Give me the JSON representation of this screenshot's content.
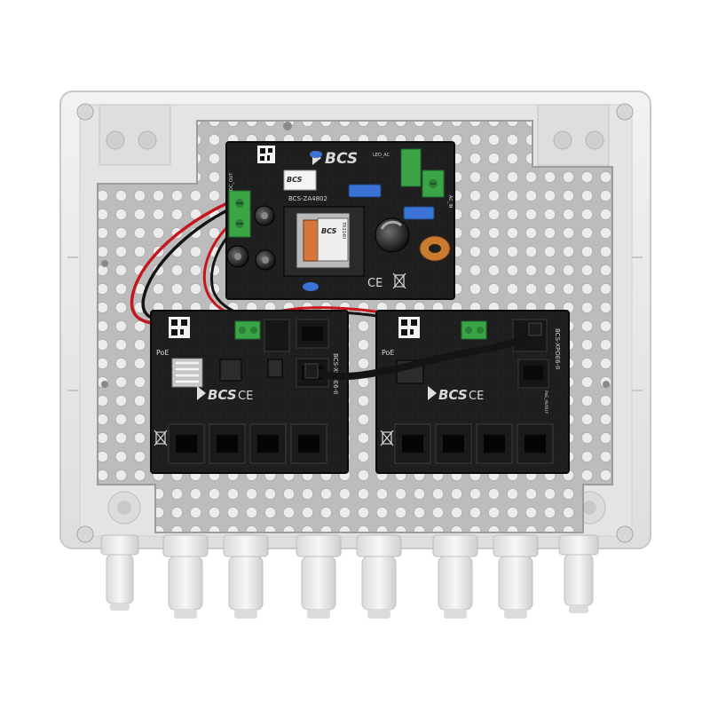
{
  "psu": {
    "brand": "BCS",
    "model": "BCS-ZA4802",
    "transformer_brand": "BCS",
    "transformer_code": "TR314II",
    "led_ac": "LED_AC",
    "dc_out": "DC_OUT",
    "ac_in": "AC_IN",
    "ce": "CE"
  },
  "switch_left": {
    "brand": "BCS",
    "side_label": "BCS-XPOE6-II",
    "poe_label": "PoE",
    "ce": "CE"
  },
  "switch_right": {
    "brand": "BCS",
    "side_label": "BCS-XPOE6-II",
    "poe_label": "PoE",
    "poe_in_out": "PoE_IN/OUT",
    "ce": "CE"
  },
  "colors": {
    "enclosure": "#e9e9e9",
    "plate": "#b9b9b9",
    "pcb": "#1c1c1c",
    "terminal": "#3aa447",
    "wire_red": "#c4161c",
    "wire_black": "#141414"
  }
}
